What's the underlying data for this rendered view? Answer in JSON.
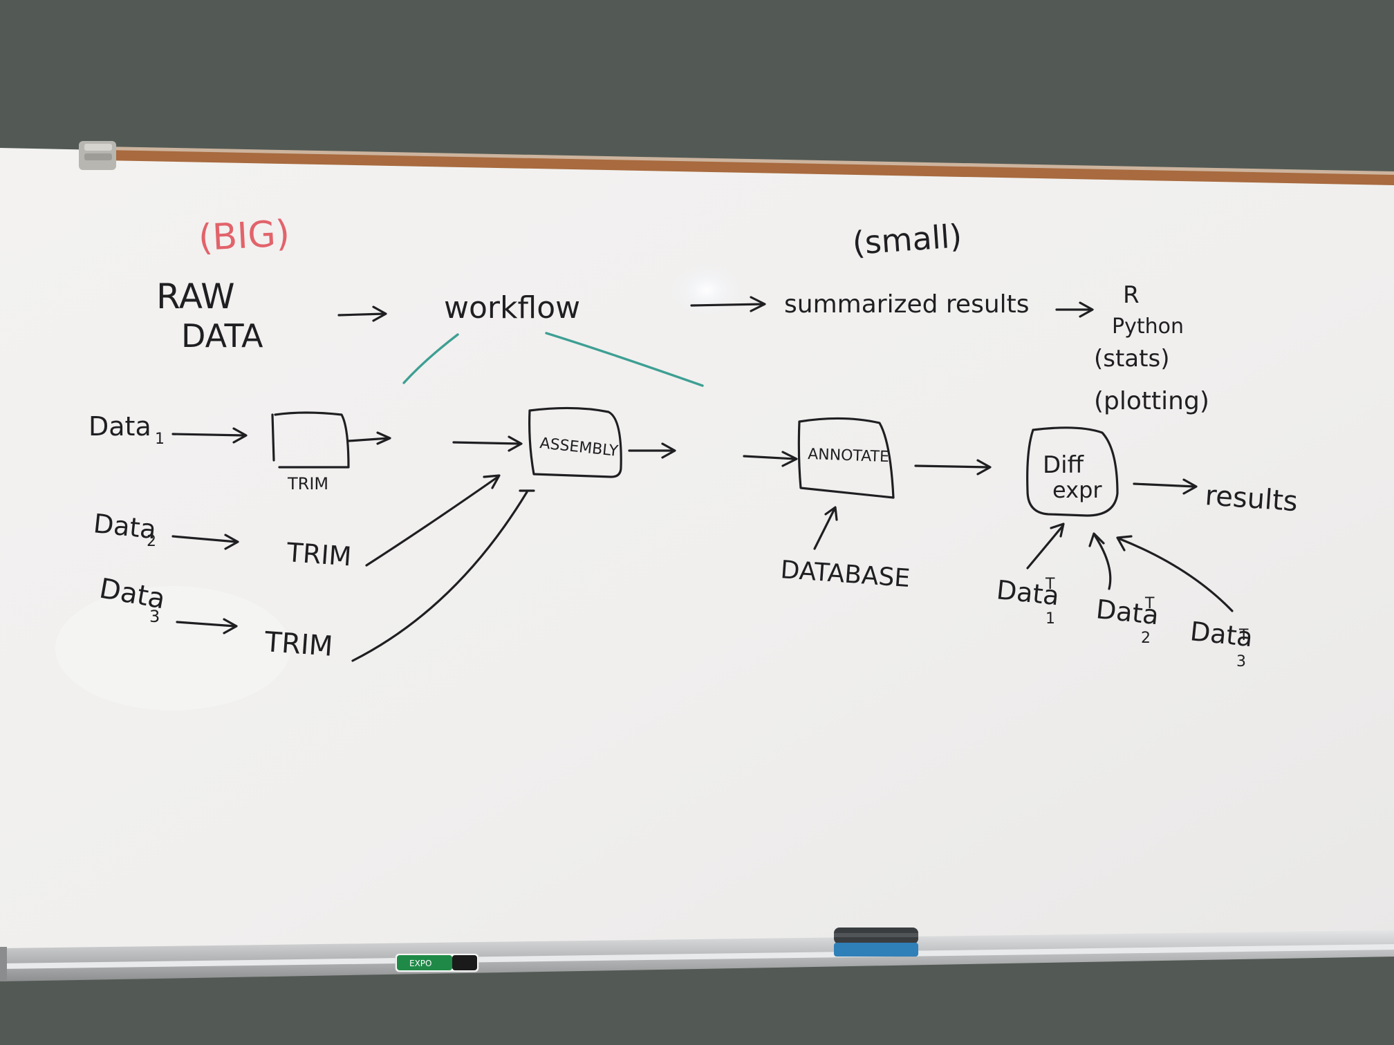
{
  "scene": {
    "subject": "whiteboard-pipeline-sketch",
    "colors": {
      "wall": "#535a55",
      "board": "#f2f1f0",
      "ink": "#1f1f22",
      "red_ink": "#e2636b",
      "teal_ink": "#3e9f93",
      "cork_strip": "#a86a3e",
      "tray": "#c9cacb",
      "eraser_blue": "#2f7fb8",
      "marker_green": "#1f8a48"
    }
  },
  "whiteboard": {
    "top_row": {
      "big_note": "(BIG)",
      "small_note": "(small)",
      "raw_data_line1": "RAW",
      "raw_data_line2": "DATA",
      "workflow": "workflow",
      "summarized_results": "summarized results",
      "tools": [
        "R",
        "Python",
        "(stats)",
        "(plotting)"
      ]
    },
    "inputs": [
      {
        "label": "Data",
        "sub": "1"
      },
      {
        "label": "Data",
        "sub": "2"
      },
      {
        "label": "Data",
        "sub": "3"
      }
    ],
    "trim_steps": [
      "TRIM",
      "TRIM",
      "TRIM"
    ],
    "assembly": "ASSEMBLY",
    "annotate": "ANNOTATE",
    "database": "DATABASE",
    "diff_expr_line1": "Diff",
    "diff_expr_line2": "expr",
    "results": "results",
    "test_inputs": [
      {
        "label": "Data",
        "sup": "T",
        "sub": "1"
      },
      {
        "label": "Data",
        "sup": "T",
        "sub": "2"
      },
      {
        "label": "Data",
        "sup": "T",
        "sub": "3"
      }
    ]
  },
  "tray": {
    "marker_label": "EXPO"
  }
}
